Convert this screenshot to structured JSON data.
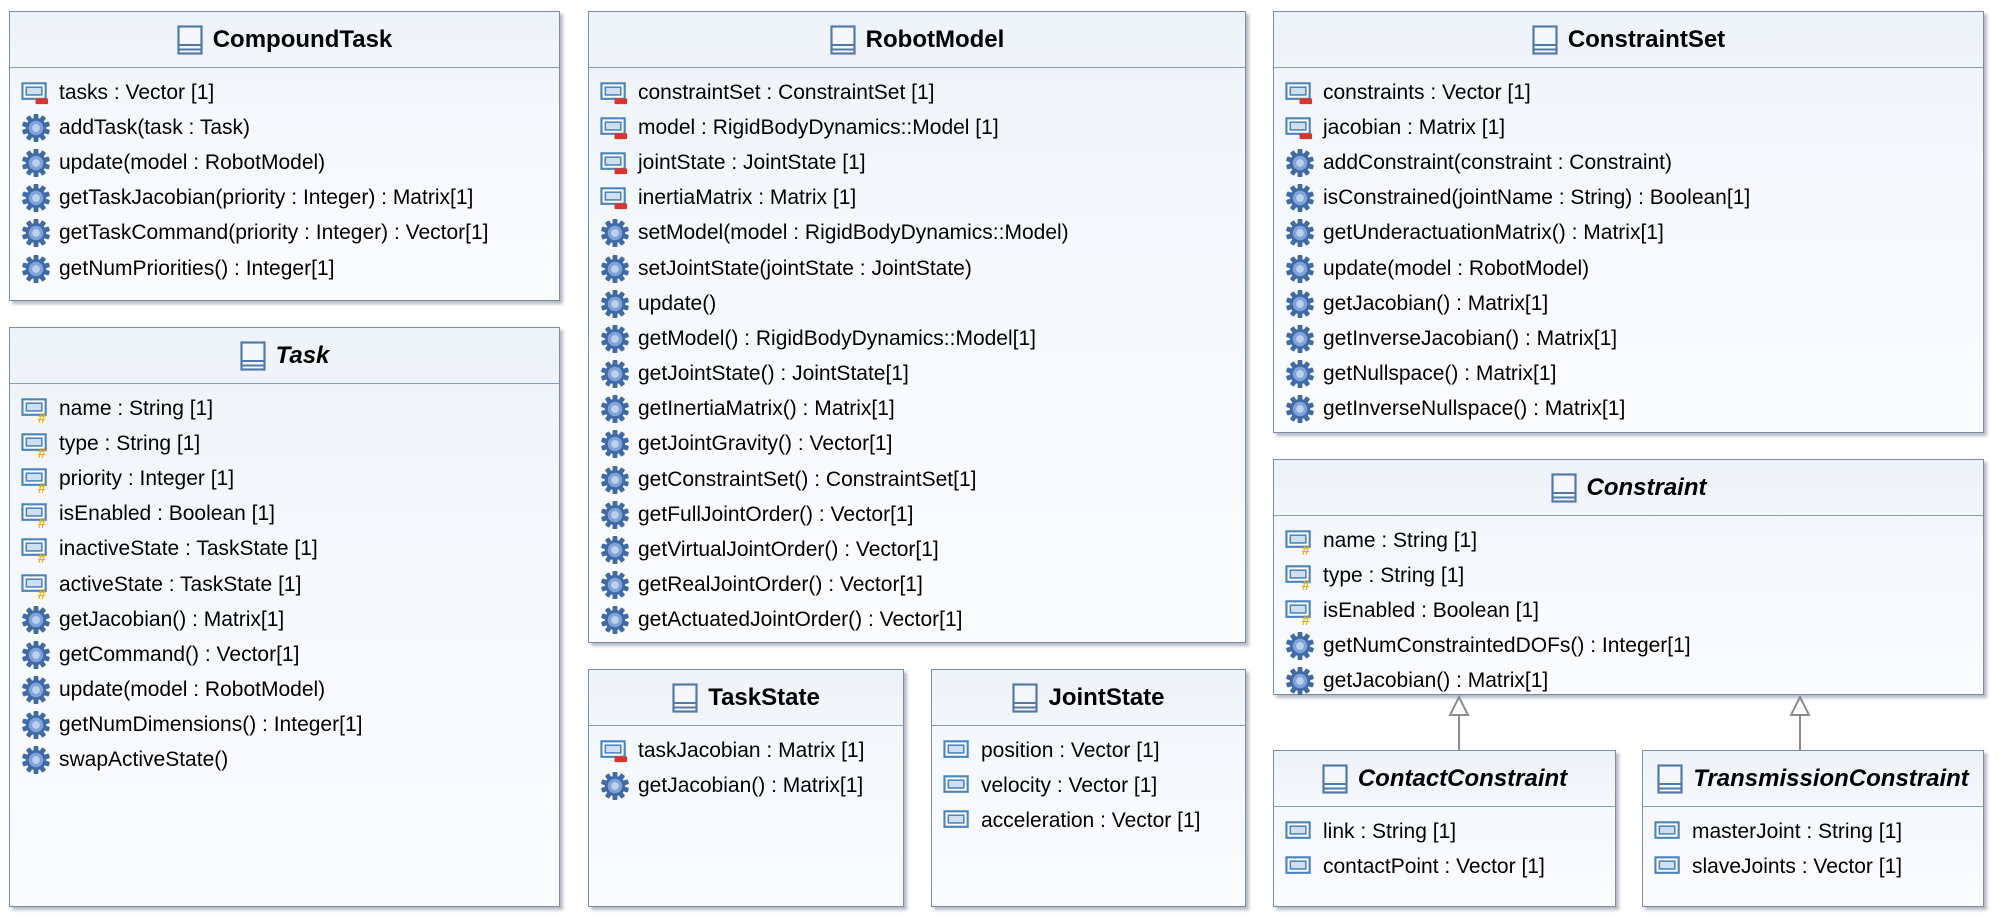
{
  "classes": [
    {
      "id": "compoundtask",
      "name": "CompoundTask",
      "abstract": false,
      "members": [
        {
          "text": "tasks : Vector [1]",
          "icon": "private-attribute-icon"
        },
        {
          "text": "addTask(task : Task)",
          "icon": "operation-icon"
        },
        {
          "text": "update(model : RobotModel)",
          "icon": "operation-icon"
        },
        {
          "text": "getTaskJacobian(priority : Integer) : Matrix[1]",
          "icon": "operation-icon"
        },
        {
          "text": "getTaskCommand(priority : Integer) : Vector[1]",
          "icon": "operation-icon"
        },
        {
          "text": "getNumPriorities() : Integer[1]",
          "icon": "operation-icon"
        }
      ]
    },
    {
      "id": "task",
      "name": "Task",
      "abstract": true,
      "members": [
        {
          "text": "name : String [1]",
          "icon": "protected-attribute-icon"
        },
        {
          "text": "type : String [1]",
          "icon": "protected-attribute-icon"
        },
        {
          "text": "priority : Integer [1]",
          "icon": "protected-attribute-icon"
        },
        {
          "text": "isEnabled : Boolean [1]",
          "icon": "protected-attribute-icon"
        },
        {
          "text": "inactiveState : TaskState [1]",
          "icon": "protected-attribute-icon"
        },
        {
          "text": "activeState : TaskState [1]",
          "icon": "protected-attribute-icon"
        },
        {
          "text": "getJacobian() : Matrix[1]",
          "icon": "operation-icon"
        },
        {
          "text": "getCommand() : Vector[1]",
          "icon": "operation-icon"
        },
        {
          "text": "update(model : RobotModel)",
          "icon": "operation-icon"
        },
        {
          "text": "getNumDimensions() : Integer[1]",
          "icon": "operation-icon"
        },
        {
          "text": "swapActiveState()",
          "icon": "operation-icon"
        }
      ]
    },
    {
      "id": "robotmodel",
      "name": "RobotModel",
      "abstract": false,
      "members": [
        {
          "text": "constraintSet : ConstraintSet [1]",
          "icon": "private-attribute-icon"
        },
        {
          "text": "model : RigidBodyDynamics::Model [1]",
          "icon": "private-attribute-icon"
        },
        {
          "text": "jointState : JointState [1]",
          "icon": "private-attribute-icon"
        },
        {
          "text": "inertiaMatrix : Matrix [1]",
          "icon": "private-attribute-icon"
        },
        {
          "text": "setModel(model : RigidBodyDynamics::Model)",
          "icon": "operation-icon"
        },
        {
          "text": "setJointState(jointState : JointState)",
          "icon": "operation-icon"
        },
        {
          "text": "update()",
          "icon": "operation-icon"
        },
        {
          "text": "getModel() : RigidBodyDynamics::Model[1]",
          "icon": "operation-icon"
        },
        {
          "text": "getJointState() : JointState[1]",
          "icon": "operation-icon"
        },
        {
          "text": "getInertiaMatrix() : Matrix[1]",
          "icon": "operation-icon"
        },
        {
          "text": "getJointGravity() : Vector[1]",
          "icon": "operation-icon"
        },
        {
          "text": "getConstraintSet() : ConstraintSet[1]",
          "icon": "operation-icon"
        },
        {
          "text": "getFullJointOrder() : Vector[1]",
          "icon": "operation-icon"
        },
        {
          "text": "getVirtualJointOrder() : Vector[1]",
          "icon": "operation-icon"
        },
        {
          "text": "getRealJointOrder() : Vector[1]",
          "icon": "operation-icon"
        },
        {
          "text": "getActuatedJointOrder() : Vector[1]",
          "icon": "operation-icon"
        }
      ]
    },
    {
      "id": "taskstate",
      "name": "TaskState",
      "abstract": false,
      "members": [
        {
          "text": "taskJacobian : Matrix [1]",
          "icon": "private-attribute-icon"
        },
        {
          "text": "getJacobian() : Matrix[1]",
          "icon": "operation-icon"
        }
      ]
    },
    {
      "id": "jointstate",
      "name": "JointState",
      "abstract": false,
      "members": [
        {
          "text": "position : Vector [1]",
          "icon": "public-attribute-icon"
        },
        {
          "text": "velocity : Vector [1]",
          "icon": "public-attribute-icon"
        },
        {
          "text": "acceleration : Vector [1]",
          "icon": "public-attribute-icon"
        }
      ]
    },
    {
      "id": "constraintset",
      "name": "ConstraintSet",
      "abstract": false,
      "members": [
        {
          "text": "constraints : Vector [1]",
          "icon": "private-attribute-icon"
        },
        {
          "text": "jacobian : Matrix [1]",
          "icon": "private-attribute-icon"
        },
        {
          "text": "addConstraint(constraint : Constraint)",
          "icon": "operation-icon"
        },
        {
          "text": "isConstrained(jointName : String) : Boolean[1]",
          "icon": "operation-icon"
        },
        {
          "text": "getUnderactuationMatrix() : Matrix[1]",
          "icon": "operation-icon"
        },
        {
          "text": "update(model : RobotModel)",
          "icon": "operation-icon"
        },
        {
          "text": "getJacobian() : Matrix[1]",
          "icon": "operation-icon"
        },
        {
          "text": "getInverseJacobian() : Matrix[1]",
          "icon": "operation-icon"
        },
        {
          "text": "getNullspace() : Matrix[1]",
          "icon": "operation-icon"
        },
        {
          "text": "getInverseNullspace() : Matrix[1]",
          "icon": "operation-icon"
        }
      ]
    },
    {
      "id": "constraint",
      "name": "Constraint",
      "abstract": true,
      "members": [
        {
          "text": "name : String [1]",
          "icon": "protected-attribute-icon"
        },
        {
          "text": "type : String [1]",
          "icon": "protected-attribute-icon"
        },
        {
          "text": "isEnabled : Boolean [1]",
          "icon": "protected-attribute-icon"
        },
        {
          "text": "getNumConstraintedDOFs() : Integer[1]",
          "icon": "operation-icon"
        },
        {
          "text": "getJacobian() : Matrix[1]",
          "icon": "operation-icon"
        }
      ]
    },
    {
      "id": "contactconstraint",
      "name": "ContactConstraint",
      "abstract": true,
      "members": [
        {
          "text": "link : String [1]",
          "icon": "public-attribute-icon"
        },
        {
          "text": "contactPoint : Vector [1]",
          "icon": "public-attribute-icon"
        }
      ]
    },
    {
      "id": "transmissionconstraint",
      "name": "TransmissionConstraint",
      "abstract": true,
      "members": [
        {
          "text": "masterJoint : String [1]",
          "icon": "public-attribute-icon"
        },
        {
          "text": "slaveJoints : Vector [1]",
          "icon": "public-attribute-icon"
        }
      ]
    }
  ],
  "generalizations": [
    {
      "from": "contactconstraint",
      "to": "constraint"
    },
    {
      "from": "transmissionconstraint",
      "to": "constraint"
    }
  ],
  "colors": {
    "border": "#7d8da3",
    "header_icon": "#5479a8",
    "attribute_icon": "#4b84bd",
    "private_marker": "#d9352c",
    "protected_marker": "#e3b21f",
    "operation_icon": "#3f6aa6",
    "arrow": "#8c8c8c"
  }
}
